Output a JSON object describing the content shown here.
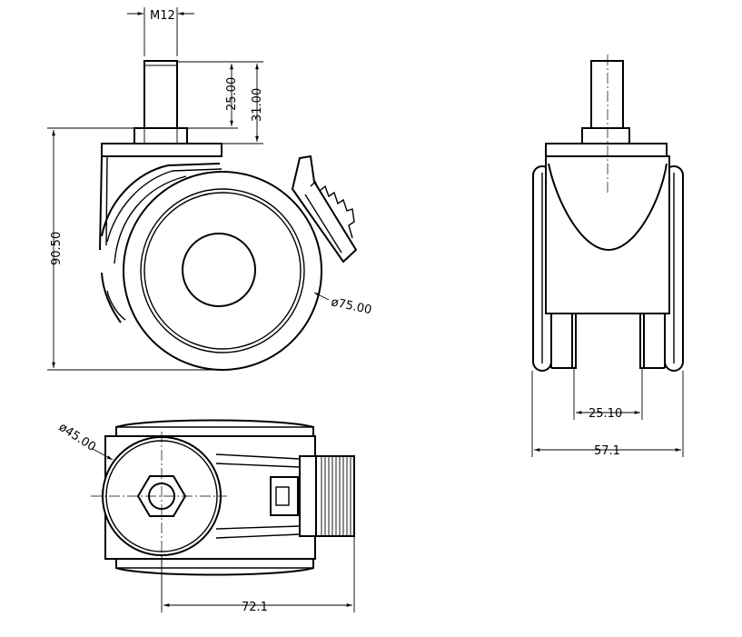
{
  "drawing": {
    "background": "#ffffff",
    "line_color": "#000000",
    "views": {
      "side": {
        "name": "side-view"
      },
      "front": {
        "name": "front-view"
      },
      "top": {
        "name": "top-view"
      }
    },
    "dimensions": {
      "thread": "M12",
      "stem_length": "25.00",
      "stem_total": "31.00",
      "overall_height": "90.50",
      "wheel_diameter": "ø75.00",
      "hub_diameter": "ø45.00",
      "wheel_spacing": "25.10",
      "overall_width": "57.1",
      "overall_length": "72.1"
    }
  }
}
